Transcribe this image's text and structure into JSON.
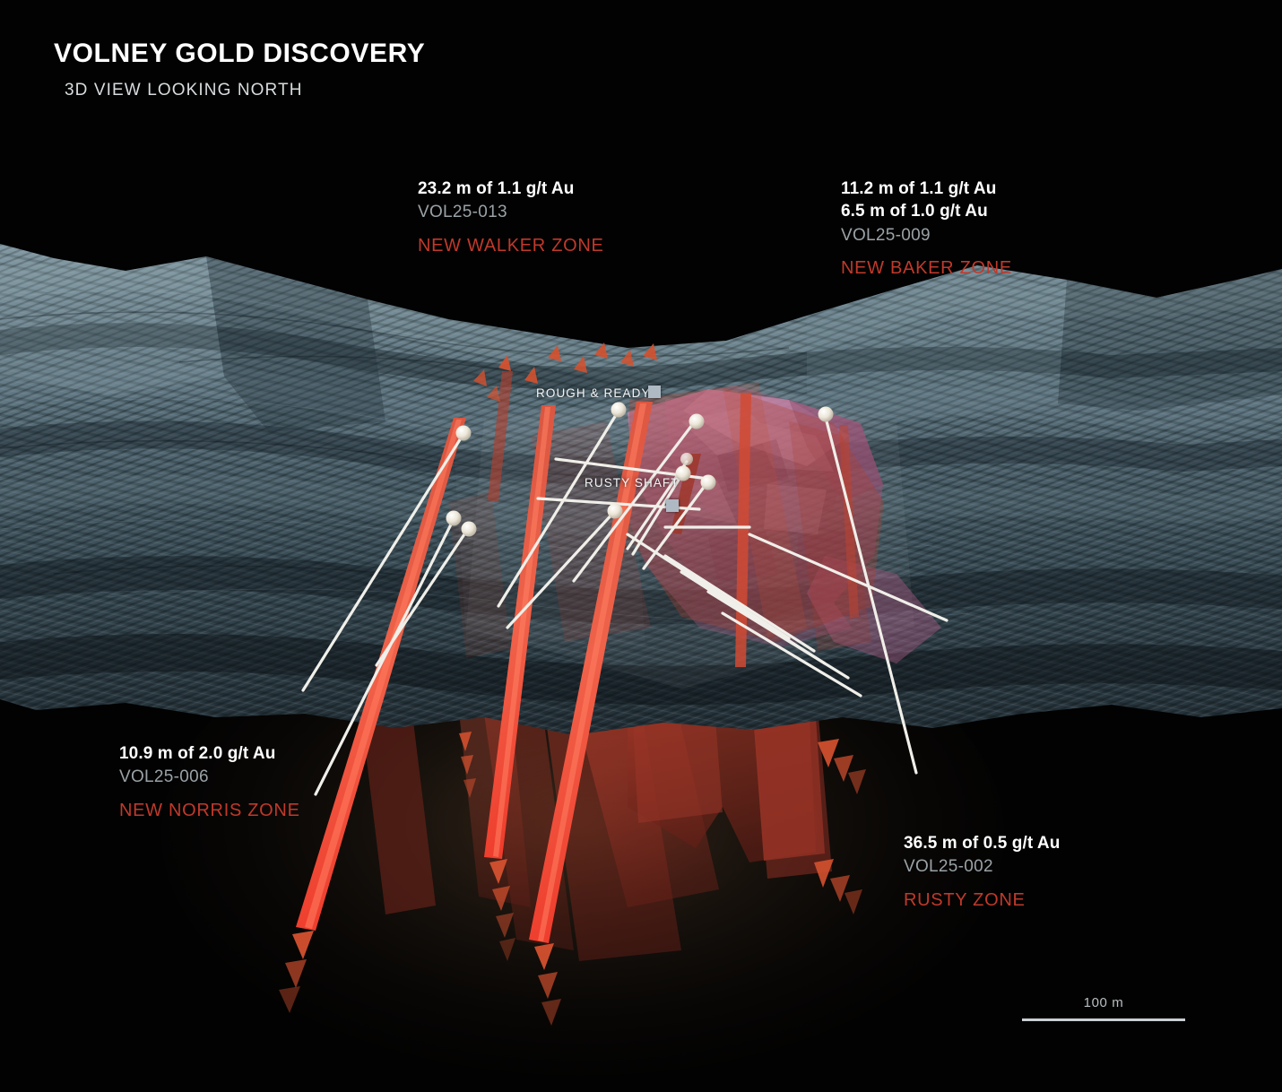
{
  "header": {
    "title": "VOLNEY GOLD DISCOVERY",
    "subtitle": "3D VIEW LOOKING NORTH"
  },
  "callouts": [
    {
      "id": "walker",
      "intercepts": [
        "23.2 m of 1.1 g/t Au"
      ],
      "hole_id": "VOL25-013",
      "zone": "NEW WALKER ZONE"
    },
    {
      "id": "baker",
      "intercepts": [
        "11.2 m of 1.1 g/t Au",
        "6.5 m of 1.0 g/t Au"
      ],
      "hole_id": "VOL25-009",
      "zone": "NEW BAKER ZONE"
    },
    {
      "id": "norris",
      "intercepts": [
        "10.9 m of 2.0 g/t Au"
      ],
      "hole_id": "VOL25-006",
      "zone": "NEW NORRIS ZONE"
    },
    {
      "id": "rusty",
      "intercepts": [
        "36.5 m of 0.5 g/t Au"
      ],
      "hole_id": "VOL25-002",
      "zone": "RUSTY ZONE"
    }
  ],
  "map_labels": {
    "rough_ready": "ROUGH & READY",
    "rusty_shaft": "RUSTY SHAFT"
  },
  "scale": {
    "label": "100 m"
  },
  "colors": {
    "background": "#020202",
    "accent_red": "#c0392b",
    "vein_bright": "#e8503a",
    "vein_plane": "#a33326",
    "orebody_pink": "#c06a90",
    "terrain_light": "#7c929c",
    "terrain_dark": "#1d2a31",
    "drill_trace": "#f0f0ee",
    "collar": "#f4efe4",
    "hole_label": "#9aa2a6",
    "site_marker": "#aeb9c4"
  }
}
